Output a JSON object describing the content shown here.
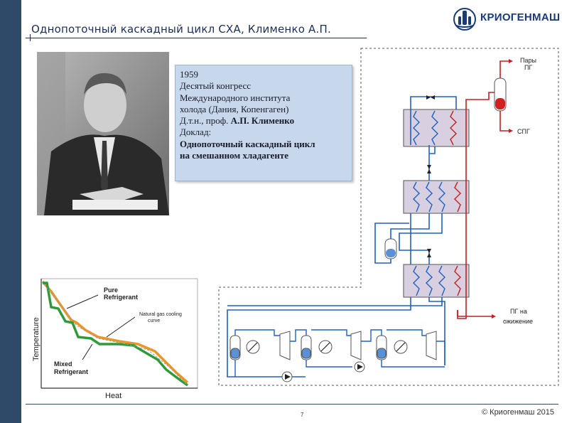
{
  "slide": {
    "title": "Однопоточный каскадный цикл СХА, Клименко А.П.",
    "page_number": "7",
    "copyright": "© Криогенмаш 2015"
  },
  "logo": {
    "text": "КРИОГЕНМАШ"
  },
  "infobox": {
    "line1": "1959",
    "line2": "Десятый конгресс",
    "line3": "Международного института",
    "line4": "холода (Дания, Копенгаген)",
    "line5_regular": "Д.т.н., проф. ",
    "line5_bold": "А.П. Клименко",
    "line6": "Доклад:",
    "line7": "Однопоточный каскадный цикл",
    "line8": "на смешанном хладагенте"
  },
  "graph": {
    "ylabel": "Temperature",
    "xlabel": "Heat",
    "label_pure": [
      "Pure",
      "Refrigerant"
    ],
    "label_ng": [
      "Natural gas cooling",
      "curve"
    ],
    "label_mixed": [
      "Mixed",
      "Refrigerant"
    ],
    "colors": {
      "pure": "#e8962a",
      "mixed": "#2e9a3a"
    }
  },
  "scheme": {
    "label_vapors": [
      "Пары",
      "ПГ"
    ],
    "label_lng": "СПГ",
    "label_ng_liq": [
      "ПГ на",
      "ожижение"
    ],
    "colors": {
      "hot": "#c02020",
      "cold": "#2060c0",
      "frame": "#444444"
    }
  }
}
